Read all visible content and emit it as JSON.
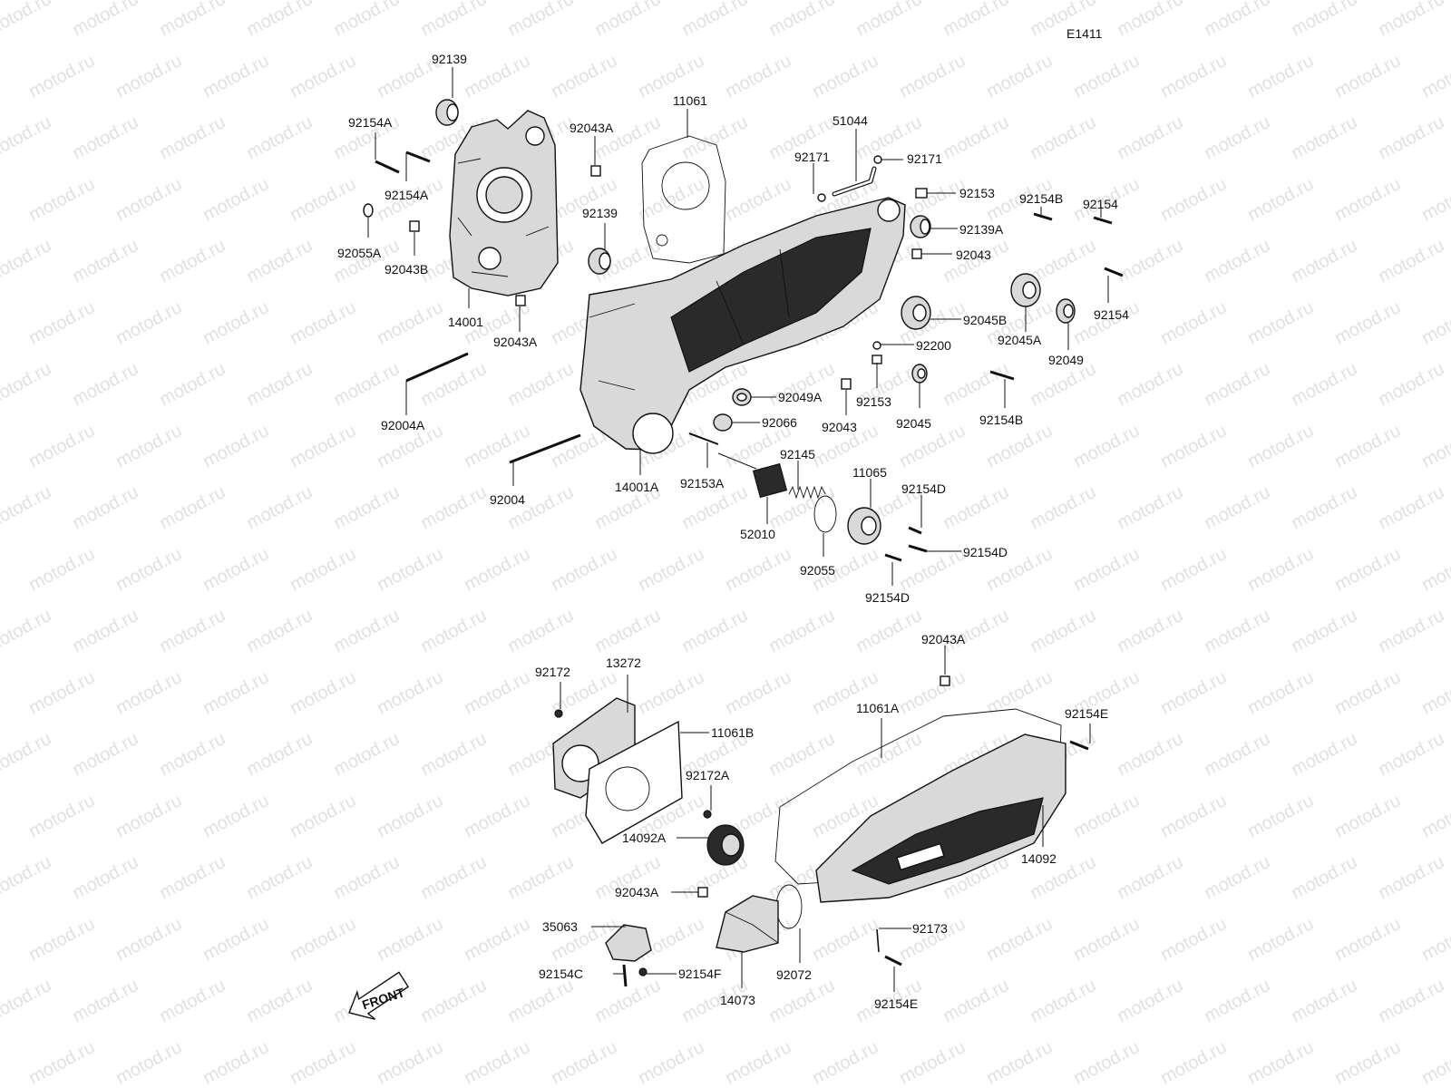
{
  "diagram_code": "E1411",
  "watermark_text": "motod.ru",
  "front_label": "FRONT",
  "callouts": {
    "c92139_top": "92139",
    "c92154A_1": "92154A",
    "c92154A_2": "92154A",
    "c92043A_1": "92043A",
    "c11061": "11061",
    "c51044": "51044",
    "c92171_1": "92171",
    "c92171_2": "92171",
    "c92153_1": "92153",
    "c92154B_1": "92154B",
    "c92154_1": "92154",
    "c92139A": "92139A",
    "c92043_1": "92043",
    "c92055A": "92055A",
    "c92043B": "92043B",
    "c92139_mid": "92139",
    "c92154_2": "92154",
    "c14001": "14001",
    "c92043A_2": "92043A",
    "c92045B": "92045B",
    "c92045A": "92045A",
    "c92049": "92049",
    "c92200": "92200",
    "c92004A": "92004A",
    "c92049A": "92049A",
    "c92153_2": "92153",
    "c92066": "92066",
    "c92043_2": "92043",
    "c92045": "92045",
    "c92154B_2": "92154B",
    "c92145": "92145",
    "c14001A": "14001A",
    "c92153A": "92153A",
    "c11065": "11065",
    "c92154D_1": "92154D",
    "c92004": "92004",
    "c52010": "52010",
    "c92154D_2": "92154D",
    "c92055": "92055",
    "c92154D_3": "92154D",
    "c92043A_3": "92043A",
    "c92172": "92172",
    "c13272": "13272",
    "c11061A": "11061A",
    "c92154E_1": "92154E",
    "c11061B": "11061B",
    "c92172A": "92172A",
    "c14092A": "14092A",
    "c14092": "14092",
    "c92043A_4": "92043A",
    "c35063": "35063",
    "c92173": "92173",
    "c92154C": "92154C",
    "c92154F": "92154F",
    "c92072": "92072",
    "c14073": "14073",
    "c92154E_2": "92154E"
  }
}
